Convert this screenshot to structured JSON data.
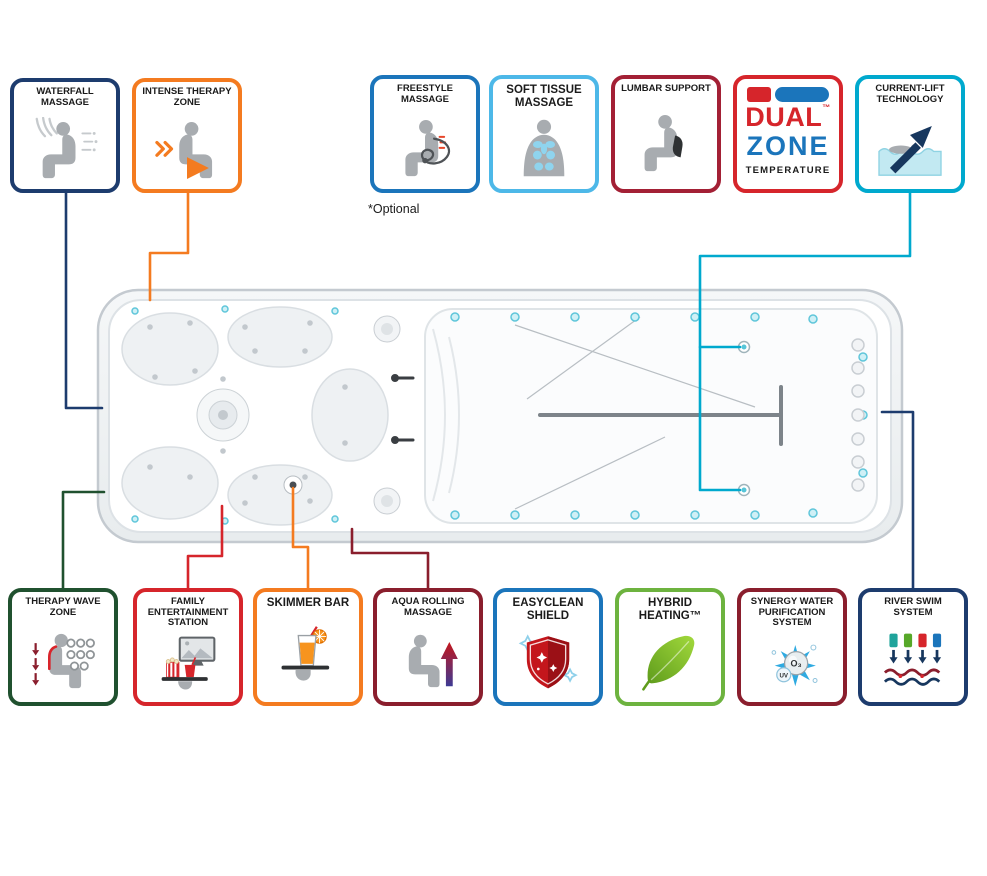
{
  "notes": {
    "optional": "*Optional"
  },
  "badges": {
    "waterfall": {
      "label": "WATERFALL MASSAGE"
    },
    "intense": {
      "label": "INTENSE THERAPY ZONE"
    },
    "freestyle": {
      "label": "FREESTYLE MASSAGE"
    },
    "soft_tissue": {
      "label": "SOFT TISSUE MASSAGE"
    },
    "lumbar": {
      "label": "LUMBAR SUPPORT"
    },
    "dual_zone": {
      "word1": "DUAL",
      "tm": "™",
      "word2": "ZONE",
      "word3": "TEMPERATURE"
    },
    "current_lift": {
      "label": "CURRENT-LIFT TECHNOLOGY"
    },
    "therapy_wave": {
      "label": "THERAPY WAVE ZONE"
    },
    "family_entertainment": {
      "label": "FAMILY ENTERTAINMENT STATION"
    },
    "skimmer": {
      "label": "SKIMMER BAR"
    },
    "aqua_rolling": {
      "label": "AQUA ROLLING MASSAGE"
    },
    "easyclean": {
      "label": "EASYCLEAN SHIELD"
    },
    "hybrid": {
      "label": "HYBRID HEATING™"
    },
    "synergy": {
      "label": "SYNERGY WATER PURIFICATION SYSTEM"
    },
    "river_swim": {
      "label": "RIVER SWIM SYSTEM"
    }
  },
  "icon_text": {
    "o3": "O₃",
    "uv": "UV"
  },
  "colors": {
    "navy": "#1d3c6e",
    "orange": "#f47b20",
    "blue": "#1b75bb",
    "light_blue": "#4db8e8",
    "dark_red": "#a32035",
    "red": "#d6252b",
    "cyan": "#00a9ce",
    "dark_green": "#20512f",
    "green": "#6db33f",
    "maroon": "#8a1e2d"
  }
}
